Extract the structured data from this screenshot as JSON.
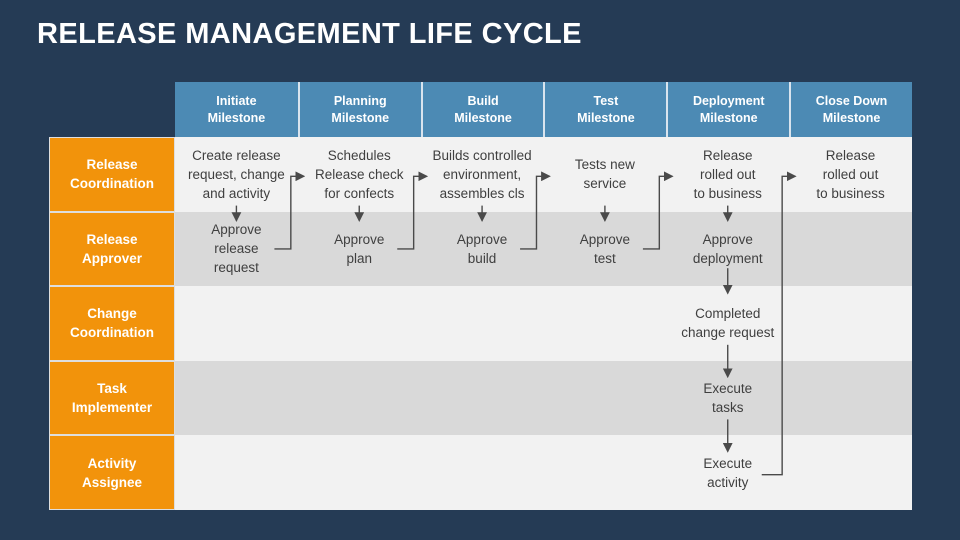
{
  "title": "RELEASE MANAGEMENT LIFE CYCLE",
  "colors": {
    "background": "#253B55",
    "header_blue": "#4C8AB4",
    "role_orange": "#F2930B",
    "row_light": "#F2F2F2",
    "row_dark": "#D9D9D9",
    "cell_text": "#3F3F3F",
    "arrow": "#4A4A4A",
    "title_text": "#FFFFFF"
  },
  "matrix": {
    "columns": [
      [
        "Initiate",
        "Milestone"
      ],
      [
        "Planning",
        "Milestone"
      ],
      [
        "Build",
        "Milestone"
      ],
      [
        "Test",
        "Milestone"
      ],
      [
        "Deployment",
        "Milestone"
      ],
      [
        "Close Down",
        "Milestone"
      ]
    ],
    "rows": [
      [
        "Release",
        "Coordination"
      ],
      [
        "Release",
        "Approver"
      ],
      [
        "Change",
        "Coordination"
      ],
      [
        "Task",
        "Implementer"
      ],
      [
        "Activity",
        "Assignee"
      ]
    ],
    "cells": [
      {
        "row": 1,
        "col": 1,
        "lines": [
          "Create release",
          "request, change",
          "and activity"
        ]
      },
      {
        "row": 1,
        "col": 2,
        "lines": [
          "Schedules",
          "Release check",
          "for confects"
        ]
      },
      {
        "row": 1,
        "col": 3,
        "lines": [
          "Builds controlled",
          "environment,",
          "assembles cls"
        ]
      },
      {
        "row": 1,
        "col": 4,
        "lines": [
          "Tests new",
          "service"
        ]
      },
      {
        "row": 1,
        "col": 5,
        "lines": [
          "Release",
          "rolled out",
          "to business"
        ]
      },
      {
        "row": 1,
        "col": 6,
        "lines": [
          "Release",
          "rolled out",
          "to business"
        ]
      },
      {
        "row": 2,
        "col": 1,
        "lines": [
          "Approve",
          "release",
          "request"
        ]
      },
      {
        "row": 2,
        "col": 2,
        "lines": [
          "Approve",
          "plan"
        ]
      },
      {
        "row": 2,
        "col": 3,
        "lines": [
          "Approve",
          "build"
        ]
      },
      {
        "row": 2,
        "col": 4,
        "lines": [
          "Approve",
          "test"
        ]
      },
      {
        "row": 2,
        "col": 5,
        "lines": [
          "Approve",
          "deployment"
        ]
      },
      {
        "row": 3,
        "col": 5,
        "lines": [
          "Completed",
          "change request"
        ]
      },
      {
        "row": 4,
        "col": 5,
        "lines": [
          "Execute",
          "tasks"
        ]
      },
      {
        "row": 5,
        "col": 5,
        "lines": [
          "Execute",
          "activity"
        ]
      }
    ]
  },
  "arrows": [
    {
      "kind": "down",
      "col": 1,
      "from_row": 1,
      "to_row": 2
    },
    {
      "kind": "elbow",
      "from_col": 1,
      "to_col": 2
    },
    {
      "kind": "down",
      "col": 2,
      "from_row": 1,
      "to_row": 2
    },
    {
      "kind": "elbow",
      "from_col": 2,
      "to_col": 3
    },
    {
      "kind": "down",
      "col": 3,
      "from_row": 1,
      "to_row": 2
    },
    {
      "kind": "elbow",
      "from_col": 3,
      "to_col": 4
    },
    {
      "kind": "down",
      "col": 4,
      "from_row": 1,
      "to_row": 2
    },
    {
      "kind": "elbow",
      "from_col": 4,
      "to_col": 5
    },
    {
      "kind": "down",
      "col": 5,
      "from_row": 1,
      "to_row": 2
    },
    {
      "kind": "down",
      "col": 5,
      "from_row": 2,
      "to_row": 3
    },
    {
      "kind": "down",
      "col": 5,
      "from_row": 3,
      "to_row": 4
    },
    {
      "kind": "down",
      "col": 5,
      "from_row": 4,
      "to_row": 5
    },
    {
      "kind": "elbow_long",
      "from_col": 5,
      "to_col": 6,
      "from_row": 5,
      "to_row": 1
    }
  ]
}
